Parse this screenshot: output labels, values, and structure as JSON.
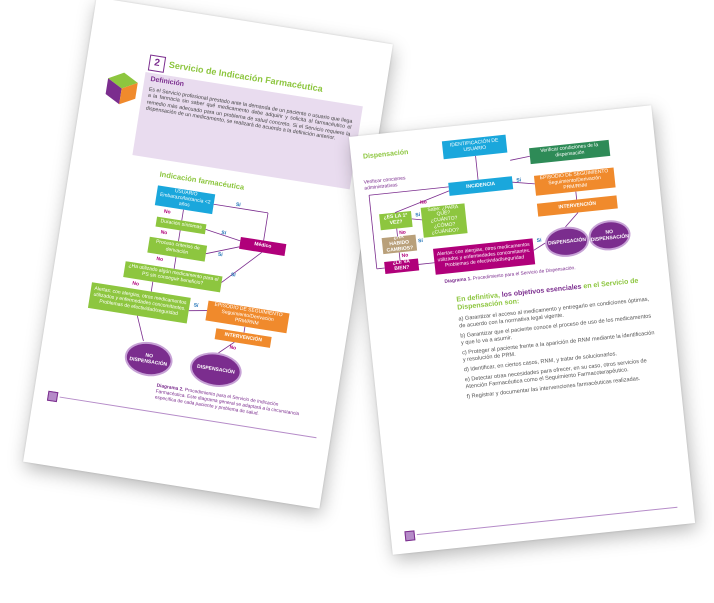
{
  "left_page": {
    "section_number": "2",
    "section_title": "Servicio de Indicación Farmacéutica",
    "definition_heading": "Definición",
    "definition_text": "Es el Servicio profesional prestado ante la demanda de un paciente o usuario que llega a la farmacia sin saber qué medicamento debe adquirir y solicita al farmacéutico el remedio más adecuado para un problema de salud concreto. Si el Servicio requiere la dispensación de un medicamento, se realizará de acuerdo a la definición anterior.",
    "diagram_title": "Indicación farmacéutica",
    "flow": {
      "usuario": "USUARIO Embarazo/lactancia <2 años",
      "duracion": "Duración síntomas",
      "proceso": "Proceso criterios de derivación",
      "medico": "Médico",
      "utilizado": "¿Ha utilizado algún medicamento para el PS sin conseguir beneficio?",
      "alertas": "Alertas: con alergias, otros medicamentos utilizados y enfermedades concomitantes. Problemas de efectividad/seguridad",
      "episodio": "EPISODIO DE SEGUIMIENTO Seguimiento/Derivación PRM/RNM",
      "intervencion": "INTERVENCIÓN",
      "no_dispensacion": "NO DISPENSACIÓN",
      "dispensacion": "DISPENSACIÓN",
      "labels": {
        "si": "Sí",
        "no": "No"
      }
    },
    "caption_label": "Diagrama 2.",
    "caption_text": "Procedimiento para el Servicio de Indicación Farmacéutica. Este diagrama general se adaptará a la circunstancia específica de cada paciente y problema de salud."
  },
  "right_page": {
    "diagram_title": "Dispensación",
    "flow": {
      "identificacion": "IDENTIFICACIÓN DE USUARIO",
      "verificar_cond_admin": "Verificar conciones administrativas",
      "verificar_cond_disp": "Verificar condiciones de la dispensación",
      "incidencia": "INCIDENCIA",
      "es_la_1a": "¿ES LA 1ª VEZ?",
      "sabe": "Sabe: ¿PARA QUÉ? ¿CUÁNTO? ¿CÓMO? ¿CUÁNDO?",
      "ha_habido": "¿HA HABIDO CAMBIOS?",
      "le_va_bien": "¿LE VA BIEN?",
      "episodio": "EPISODIO DE SEGUIMIENTO Seguimiento/Derivación PRM/RNM",
      "intervencion": "INTERVENCIÓN",
      "alertas": "Alertas: con alergias, otros medicamentos utilizados y enfermedades concomitantes. Problemas de efectividad/seguridad",
      "dispensacion": "DISPENSACIÓN",
      "no_dispensacion": "NO DISPENSACIÓN",
      "labels": {
        "si": "Sí",
        "no": "No"
      }
    },
    "caption_label": "Diagrama 1.",
    "caption_text": "Procedimiento para el Servicio de Dispensación.",
    "objectives_intro_plain": "En definitiva,",
    "objectives_intro_bold": "los objetivos esenciales",
    "objectives_intro_end": "en el Servicio de Dispensación son:",
    "objectives": [
      "a) Garantizar el acceso al medicamento y entregarlo en condiciones óptimas, de acuerdo con la normativa legal vigente.",
      "b) Garantizar que el paciente conoce el proceso de uso de los medicamentos y que lo va a asumir.",
      "c) Proteger al paciente frente a la aparición de RNM mediante la identificación y resolución de PRM.",
      "d) Identificar, en ciertos casos, RNM, y tratar de solucionarlos.",
      "e) Detectar otras necesidades para ofrecer, en su caso, otros servicios de Atención Farmacéutica como el Seguimiento Farmacoterapéutico.",
      "f) Registrar y documentar las intervenciones farmacéuticas realizadas."
    ]
  },
  "colors": {
    "purple": "#7b2d8e",
    "green": "#8dc63f",
    "cyan": "#1aa7dc",
    "orange": "#f08a2c",
    "magenta": "#b0007a",
    "olive": "#b9a07a"
  }
}
